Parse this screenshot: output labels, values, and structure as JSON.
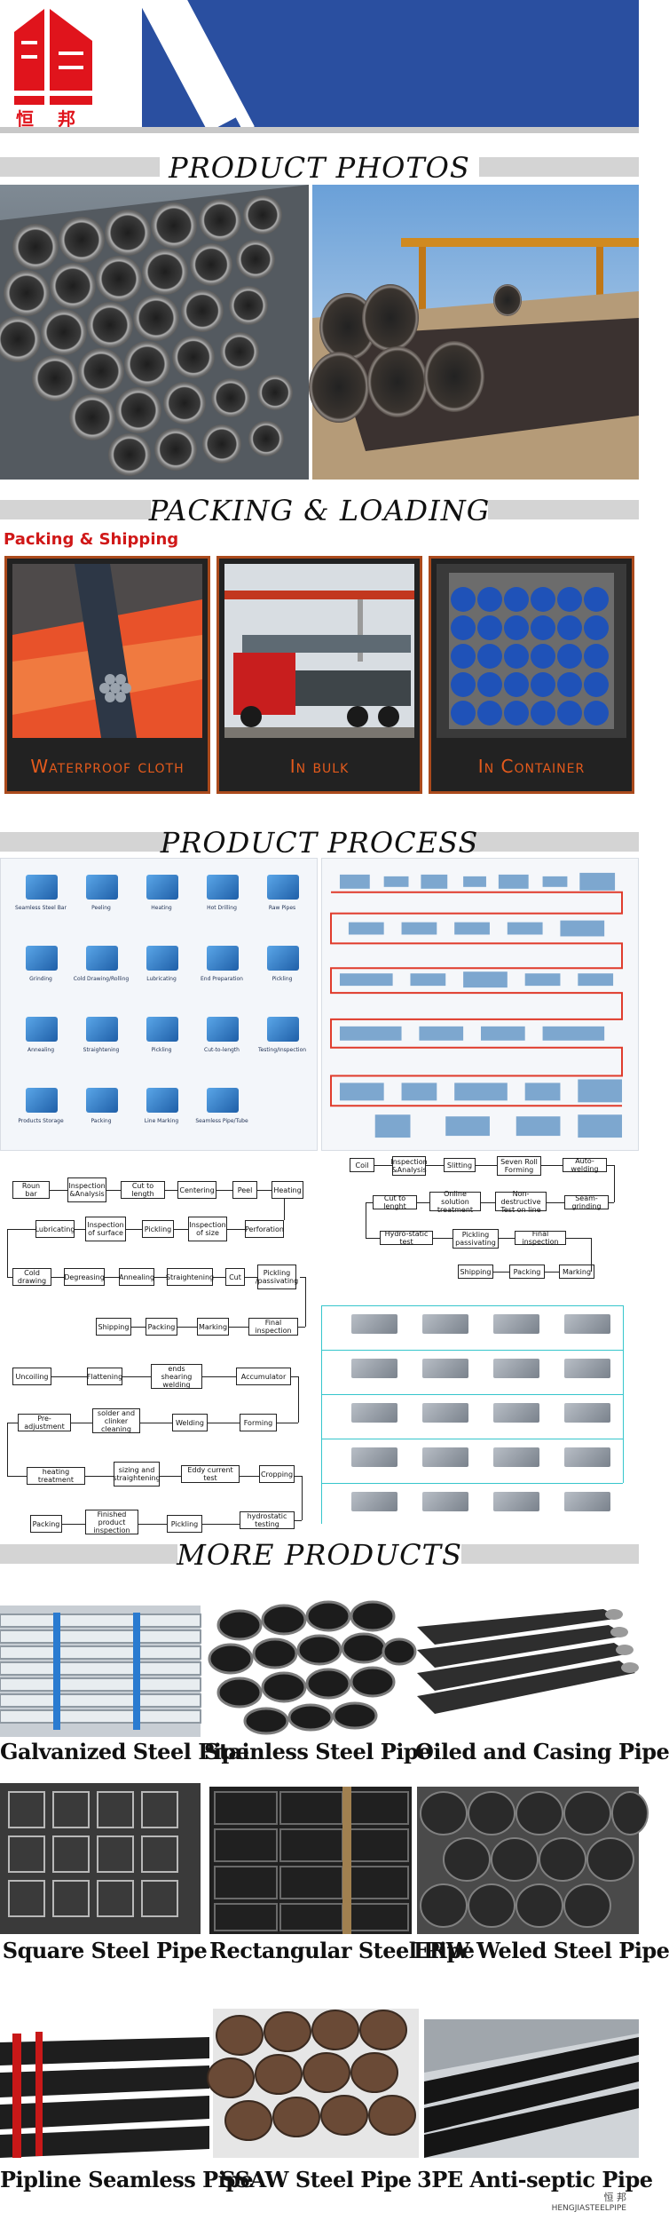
{
  "header": {
    "logo_text": "恒 邦",
    "brand_color": "#2a4fa0",
    "logo_color": "#e0141c"
  },
  "sections": {
    "photos": "PRODUCT PHOTOS",
    "packing": "PACKING & LOADING",
    "process": "PRODUCT PROCESS",
    "more": "MORE PRODUCTS"
  },
  "packing": {
    "title": "Packing & Shipping",
    "cards": [
      {
        "label": "Waterproof cloth"
      },
      {
        "label": "In bulk"
      },
      {
        "label": "In Container"
      }
    ]
  },
  "process": {
    "icons": [
      "Seamless Steel Bar",
      "Peeling",
      "Heating",
      "Hot Drilling",
      "Raw Pipes",
      "Grinding",
      "Cold Drawing/Rolling",
      "Lubricating",
      "End Preparation",
      "Pickling",
      "Annealing",
      "Straightening",
      "Pickling",
      "Cut-to-length",
      "Testing/Inspection",
      "Products Storage",
      "Packing",
      "Line Marking",
      "Seamless Pipe/Tube"
    ],
    "flow_left": [
      "Roun bar",
      "Inspection &Analysis",
      "Cut to length",
      "Centering",
      "Peel",
      "Heating",
      "Perforation",
      "Inspection of size",
      "Pickling",
      "Inspection of surface",
      "Lubricating",
      "Cold drawing",
      "Degreasing",
      "Annealing",
      "Straightening",
      "Cut",
      "Pickling /passivating",
      "Final inspection",
      "Marking",
      "Packing",
      "Shipping"
    ],
    "flow_right": [
      "Coil",
      "Inspection &Analysis",
      "Slitting",
      "Seven Roll Forming",
      "Auto-welding",
      "Seam-grinding",
      "Non-destructive Test on line",
      "Online solution treatment",
      "Cut to lenght",
      "Hydro-static test",
      "Pickling passivating",
      "Final inspection",
      "Marking",
      "Packing",
      "Shipping"
    ],
    "flow_bottom": [
      "Uncoiling",
      "Flattening",
      "ends shearing welding",
      "Accumulator",
      "Forming",
      "Welding",
      "solder and clinker cleaning",
      "Pre-adjustment",
      "heating treatment",
      "sizing and straightening",
      "Eddy current test",
      "Cropping",
      "hydrostatic testing",
      "Pickling",
      "Finished product inspection",
      "Packing"
    ]
  },
  "products": [
    {
      "name": "Galvanized Steel Pipe"
    },
    {
      "name": "Stainless Steel Pipe"
    },
    {
      "name": "Oiled and Casing Pipe"
    },
    {
      "name": "Square Steel Pipe"
    },
    {
      "name": "Rectangular Steel Pipe"
    },
    {
      "name": "ERW Weled Steel Pipe"
    },
    {
      "name": "Pipline Seamless Pipe"
    },
    {
      "name": "SSAW Steel Pipe"
    },
    {
      "name": "3PE Anti-septic Pipe"
    }
  ],
  "watermark": {
    "line1": "恒 邦",
    "line2": "HENGJIASTEELPIPE"
  }
}
